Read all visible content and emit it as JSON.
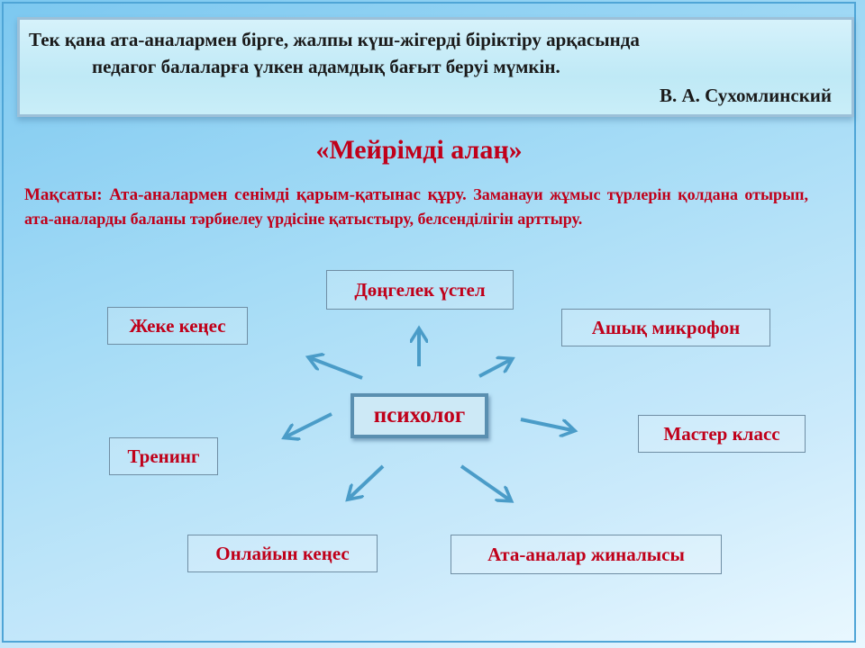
{
  "quote": {
    "line1": "Тек қана ата-аналармен бірге, жалпы күш-жігерді біріктіру арқасында",
    "line2": "педагог балаларға үлкен адамдық бағыт беруі мүмкін.",
    "author": "В. А. Сухомлинский"
  },
  "title": "«Мейрімді алаң»",
  "goal": {
    "lead": "Мақсаты: Ата-аналармен сенімді қарым-қатынас құру.",
    "rest": " Заманауи жұмыс түрлерін қолдана отырып, ата-аналарды баланы тәрбиелеу үрдісіне қатыстыру, белсенділігін арттыру."
  },
  "diagram": {
    "center": "психолог",
    "nodes": [
      "Дөңгелек үстел",
      "Жеке кеңес",
      "Ашық микрофон",
      "Тренинг",
      "Мастер класс",
      "Онлайын кеңес",
      "Ата-аналар жиналысы"
    ],
    "arrow_color": "#4a9cc8",
    "text_color": "#c0001a"
  }
}
